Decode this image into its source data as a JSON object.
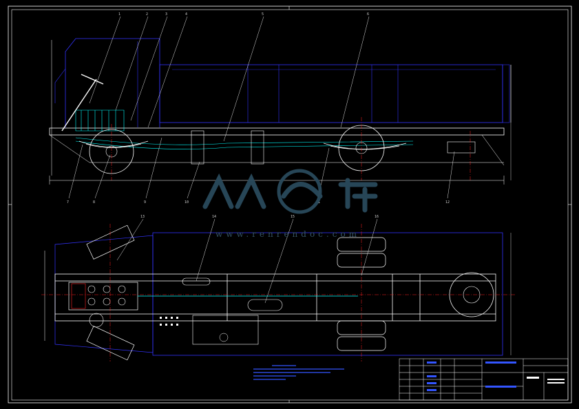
{
  "watermark": {
    "url_text": "www.renrendoc.com",
    "logo_name": "renrendoc-logo-icon"
  },
  "callouts_top": [
    "1",
    "2",
    "3",
    "4",
    "5",
    "6"
  ],
  "callouts_mid": [
    "7",
    "8",
    "9",
    "10",
    "11",
    "12"
  ],
  "callouts_bottom": [
    "13",
    "14",
    "15",
    "16"
  ],
  "colors": {
    "frame": "#ffffff",
    "chassis": "#ffffff",
    "cab": "#3333ff",
    "suspension": "#00ffff",
    "centerline": "#ff2222",
    "dimension": "#4444ff",
    "leader": "#e0e0e0",
    "text_note": "#3355ff"
  }
}
